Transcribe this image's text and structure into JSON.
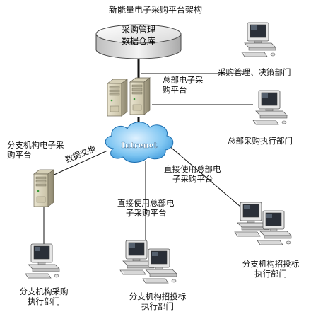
{
  "diagram": {
    "title": "新能量电子采购平台架构",
    "database": {
      "line1": "采购管理",
      "line2": "数据仓库"
    },
    "hq_platform": {
      "line1": "总部电子采",
      "line2": "购平台"
    },
    "cloud_label": "Intrenet",
    "data_exchange": "数据交换",
    "branch_platform": {
      "line1": "分支机构电子采",
      "line2": "购平台"
    },
    "direct_use_1": {
      "line1": "直接使用总部电",
      "line2": "子采购平台"
    },
    "direct_use_2": {
      "line1": "直接使用总部电",
      "line2": "子采购平台"
    },
    "pc_mgmt": "采购管理、决策部门",
    "pc_hq_exec": "总部采购执行部门",
    "pc_branch_exec": {
      "line1": "分支机构采购",
      "line2": "执行部门"
    },
    "pc_bid_mid": {
      "line1": "分支机构招投标",
      "line2": "执行部门"
    },
    "pc_bid_right": {
      "line1": "分支机构招投标",
      "line2": "执行部门"
    }
  }
}
